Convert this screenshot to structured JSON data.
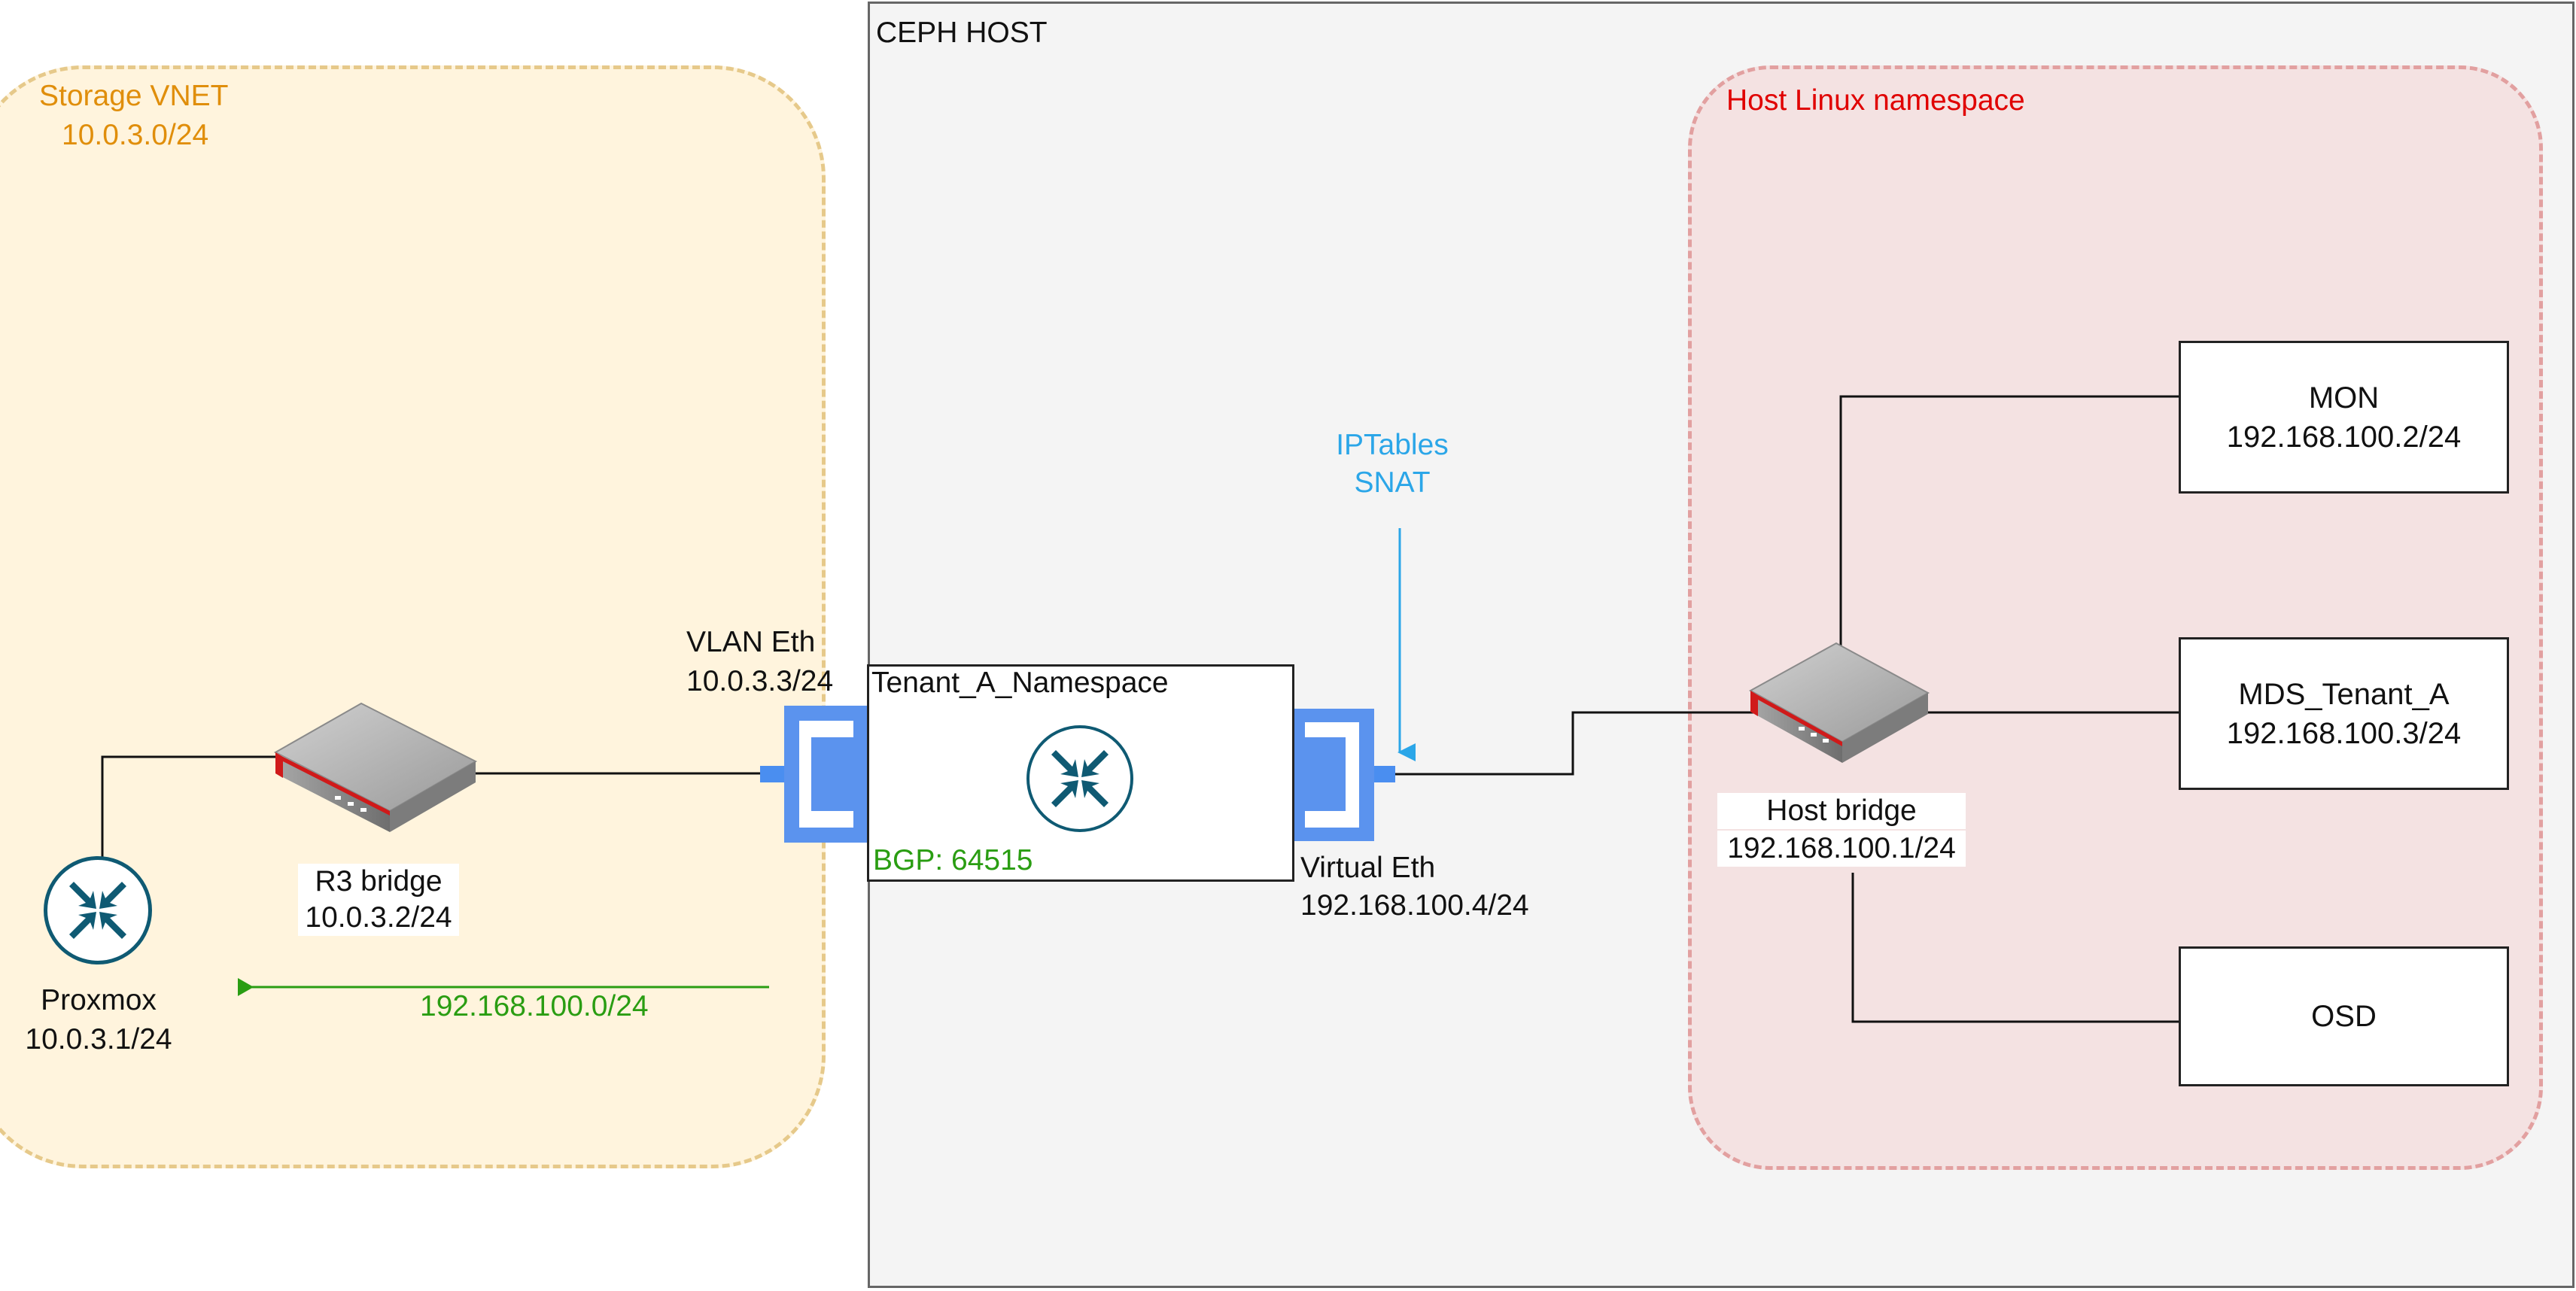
{
  "zones": {
    "storage_vnet": {
      "title": "Storage VNET",
      "subnet": "10.0.3.0/24"
    },
    "ceph_host": {
      "title": "CEPH HOST"
    },
    "host_namespace": {
      "title": "Host Linux namespace"
    }
  },
  "nodes": {
    "proxmox": {
      "name": "Proxmox",
      "ip": "10.0.3.1/24",
      "icon": "router-icon"
    },
    "r3_bridge": {
      "name": "R3 bridge",
      "ip": "10.0.3.2/24",
      "icon": "switch-appliance-icon"
    },
    "vlan_eth": {
      "name": "VLAN Eth",
      "ip": "10.0.3.3/24"
    },
    "tenant_namespace": {
      "name": "Tenant_A_Namespace",
      "bgp": "BGP: 64515",
      "icon": "router-icon"
    },
    "virtual_eth": {
      "name": "Virtual Eth",
      "ip": "192.168.100.4/24"
    },
    "iptables": {
      "line1": "IPTables",
      "line2": "SNAT"
    },
    "host_bridge": {
      "name": "Host bridge",
      "ip": "192.168.100.1/24",
      "icon": "switch-appliance-icon"
    },
    "mon": {
      "name": "MON",
      "ip": "192.168.100.2/24"
    },
    "mds": {
      "name": "MDS_Tenant_A",
      "ip": "192.168.100.3/24"
    },
    "osd": {
      "name": "OSD"
    }
  },
  "route_annotation": {
    "label": "192.168.100.0/24"
  },
  "colors": {
    "storage_fill": "#fff4dd",
    "storage_border": "#e6c98a",
    "storage_text": "#e08e0b",
    "host_fill": "#f4e2e2",
    "host_border": "#e2a0a0",
    "host_text": "#e00000",
    "interface_blue": "#4a8ef0",
    "route_green": "#2a9d12",
    "iptables_blue": "#2ba6e8",
    "router_teal": "#0f5a73"
  }
}
